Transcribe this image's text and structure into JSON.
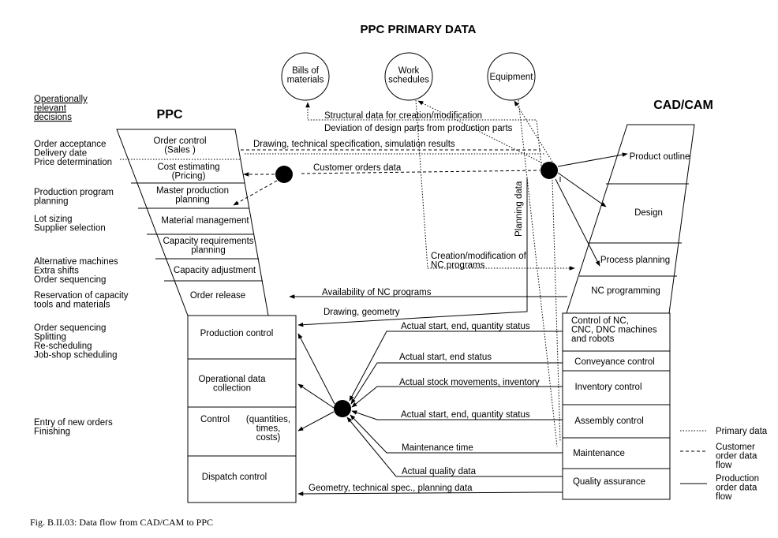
{
  "title": "PPC PRIMARY DATA",
  "ppc_heading": "PPC",
  "cadcam_heading": "CAD/CAM",
  "primary_data": [
    "Bills of|materials",
    "Work|schedules",
    "Equipment"
  ],
  "decisions": {
    "heading": [
      "Operationally",
      "relevant",
      "decisions"
    ],
    "groups": [
      [
        "Order acceptance",
        "Delivery date",
        "Price determination"
      ],
      [
        "Production program",
        "planning"
      ],
      [
        "Lot sizing",
        "Supplier selection"
      ],
      [
        "Alternative machines",
        "Extra shifts",
        "Order sequencing"
      ],
      [
        "Reservation of capacity",
        "tools and materials"
      ],
      [
        "Order sequencing",
        "Splitting",
        "Re-scheduling",
        "Job-shop scheduling"
      ],
      [
        "Entry of new orders",
        "Finishing"
      ]
    ]
  },
  "ppc_upper": [
    "Order control|(Sales )",
    "Cost estimating|(Pricing)",
    "Master production|planning",
    "Material management",
    "Capacity requirements|planning",
    "Capacity adjustment",
    "Order release"
  ],
  "ppc_lower": [
    "Production control",
    "Operational data|collection",
    "Control",
    "(quantities,|times,|costs)",
    "Dispatch control"
  ],
  "cad_upper": [
    "Product outline",
    "Design",
    "Process planning",
    "NC programming"
  ],
  "cad_lower": [
    "Control of NC,|CNC, DNC machines|and robots",
    "Conveyance control",
    "Inventory control",
    "Assembly control",
    "Maintenance",
    "Quality assurance"
  ],
  "flows": {
    "structural": "Structural data for creation/modification",
    "deviation": "Deviation of design parts from production parts",
    "drawing_spec": "Drawing, technical specification, simulation results",
    "customer_orders": "Customer orders data",
    "planning_data": "Planning data",
    "creation_nc": "Creation/modification of|NC programs",
    "availability_nc": "Availability of NC programs",
    "drawing_geometry": "Drawing, geometry",
    "actual_1": "Actual start, end, quantity status",
    "actual_2": "Actual start, end status",
    "actual_3": "Actual stock movements, inventory",
    "actual_4": "Actual start, end, quantity status",
    "maintenance_time": "Maintenance time",
    "quality_data": "Actual quality data",
    "geometry_spec": "Geometry, technical spec., planning data"
  },
  "legend": [
    "Primary data",
    "Customer|order data|flow",
    "Production|order data|flow"
  ],
  "caption": "Fig. B.II.03: Data flow from CAD/CAM to PPC"
}
